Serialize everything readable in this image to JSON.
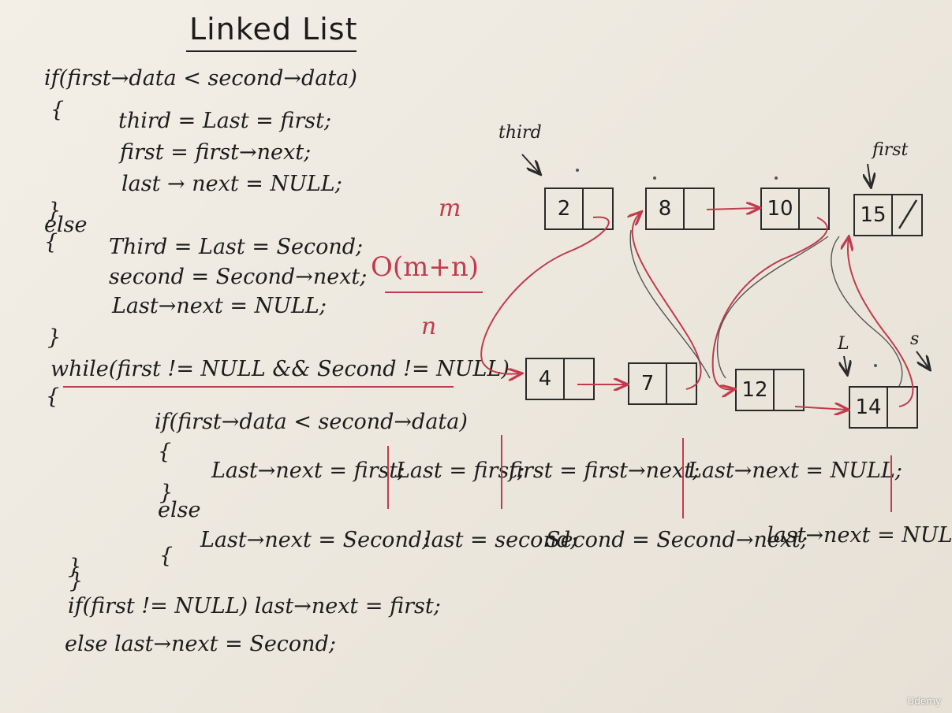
{
  "title": "Linked List",
  "code": {
    "l1": "if(first→data < second→data)",
    "l2": "{",
    "l3": "third = Last = first;",
    "l4": "first = first→next;",
    "l5": "last → next = NULL;",
    "l6": "}",
    "l7": "else",
    "l8": "{",
    "l9": "Third = Last = Second;",
    "l10": "second = Second→next;",
    "l11": "Last→next = NULL;",
    "l12": "}",
    "l13": "while(first != NULL && Second != NULL)",
    "l14": "{",
    "l15": "if(first→data < second→data)",
    "l16": "{",
    "l17a": "Last→next = first;",
    "l17b": "Last = first;",
    "l17c": "first = first→next;",
    "l17d": "Last→next = NULL;",
    "l18": "}",
    "l19": "else",
    "l20": "{",
    "l21a": "Last→next = Second;",
    "l21b": "last = second;",
    "l21c": "Second = Second→next;",
    "l21d": "last→next = NULL;",
    "l22": "}",
    "l23": "}",
    "l24": "if(first != NULL) last→next = first;",
    "l25": "else last→next = Second;"
  },
  "complexity": "O(m+n)",
  "labels": {
    "m": "m",
    "n": "n",
    "third": "third",
    "first": "first",
    "L": "L",
    "s": "s"
  },
  "list1": [
    "2",
    "8",
    "10",
    "15"
  ],
  "list2": [
    "4",
    "7",
    "12",
    "14"
  ],
  "watermark": "Udemy",
  "colors": {
    "ink": "#1c1c1c",
    "red": "#c23b4d",
    "board": "#efeae1"
  }
}
